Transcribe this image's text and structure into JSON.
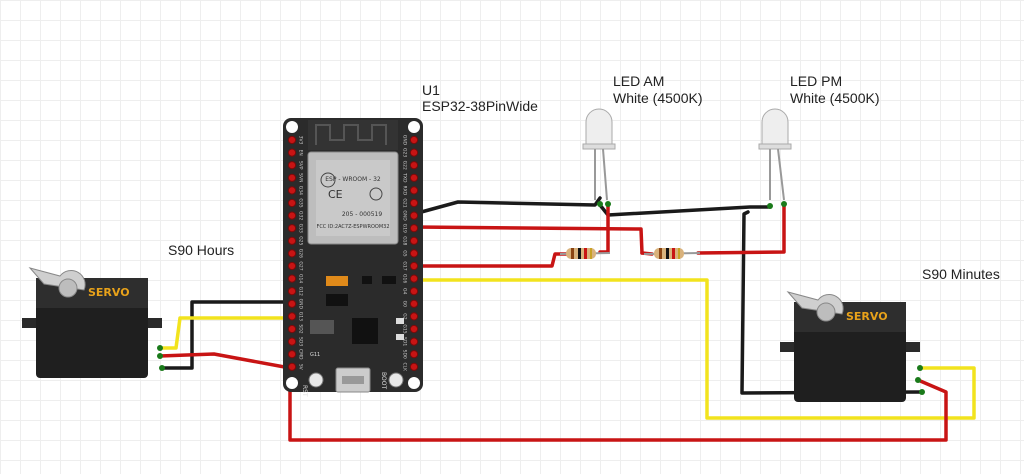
{
  "labels": {
    "u1_id": "U1",
    "u1_part": "ESP32-38PinWide",
    "led_am_name": "LED AM",
    "led_am_color": "White (4500K)",
    "led_pm_name": "LED PM",
    "led_pm_color": "White (4500K)",
    "servo_hours": "S90 Hours",
    "servo_minutes": "S90 Minutes"
  },
  "board": {
    "module_name": "ESP - WROOM - 32",
    "module_id": "205 - 000519",
    "fcc_id": "FCC ID:2AC7Z-ESPWROOM32",
    "ce": "CE",
    "button_rst": "RST",
    "button_boot": "BOOT",
    "pin_g11": "G11",
    "left_pins": [
      "3V3",
      "EN",
      "SVP",
      "SVN",
      "G34",
      "G35",
      "G32",
      "G33",
      "G25",
      "G26",
      "G27",
      "G14",
      "G12",
      "GND",
      "G13",
      "SD2",
      "SD3",
      "CMD",
      "5V"
    ],
    "right_pins": [
      "GND",
      "G23",
      "G22",
      "TXD",
      "RXD",
      "G21",
      "GND",
      "G19",
      "G18",
      "G5",
      "G17",
      "G16",
      "G4",
      "G0",
      "G2",
      "G15",
      "SD1",
      "SD0",
      "CLK"
    ]
  },
  "servo": {
    "brand_left": "SERVO",
    "brand_right": "SERVO"
  },
  "colors": {
    "wire_black": "#1a1a1a",
    "wire_red": "#c81414",
    "wire_yellow": "#f2e31d",
    "board": "#2b2b2b",
    "servo_body": "#1f1f1f",
    "servo_label": "#e8a21a"
  }
}
